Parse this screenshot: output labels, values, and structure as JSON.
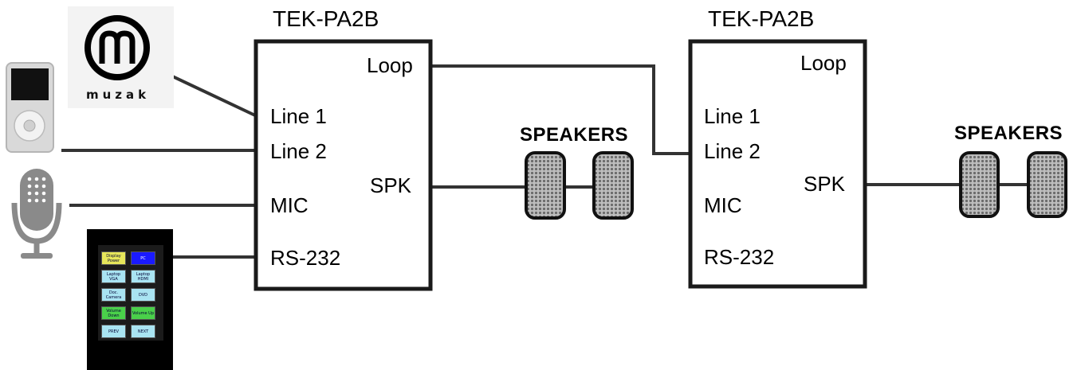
{
  "units": [
    {
      "title": "TEK-PA2B",
      "ports": {
        "loop": "Loop",
        "line1": "Line 1",
        "line2": "Line 2",
        "mic": "MIC",
        "rs232": "RS-232",
        "spk": "SPK"
      }
    },
    {
      "title": "TEK-PA2B",
      "ports": {
        "loop": "Loop",
        "line1": "Line 1",
        "line2": "Line 2",
        "mic": "MIC",
        "rs232": "RS-232",
        "spk": "SPK"
      }
    }
  ],
  "speakers": [
    {
      "label": "SPEAKERS"
    },
    {
      "label": "SPEAKERS"
    }
  ],
  "sources": {
    "muzak": {
      "brand": "muzak",
      "icon": "muzak-logo-icon"
    },
    "ipod": {
      "icon": "ipod-icon"
    },
    "microphone": {
      "icon": "microphone-icon"
    }
  },
  "touch_panel": {
    "buttons": [
      {
        "label": "Display Power",
        "color": "#e6e65a"
      },
      {
        "label": "PC",
        "color": "#1a1aff"
      },
      {
        "label": "Laptop VGA",
        "color": "#a9e4f2"
      },
      {
        "label": "Laptop HDMI",
        "color": "#a9e4f2"
      },
      {
        "label": "Doc. Camera",
        "color": "#a9e4f2"
      },
      {
        "label": "DVD",
        "color": "#a9e4f2"
      },
      {
        "label": "Volume Down",
        "color": "#4ad04a"
      },
      {
        "label": "Volume Up",
        "color": "#4ad04a"
      },
      {
        "label": "PREV",
        "color": "#a9e4f2"
      },
      {
        "label": "NEXT",
        "color": "#a9e4f2"
      }
    ]
  },
  "colors": {
    "line": "#333333",
    "box_border": "#1a1a1a",
    "speaker_fill": "#9a9a9a"
  }
}
